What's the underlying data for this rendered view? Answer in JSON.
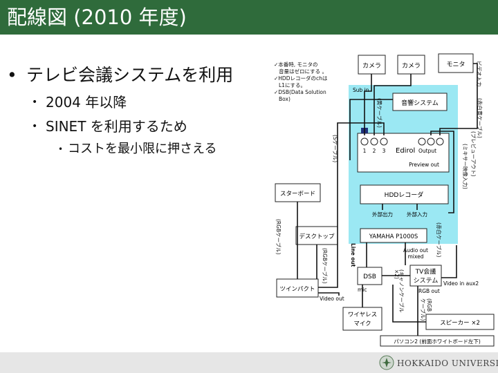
{
  "title": "配線図 (2010 年度)",
  "bullets": {
    "main": "テレビ会議システムを利用",
    "sub1": "2004 年以降",
    "sub2": "SINET を利用するため",
    "sub2_child": "コストを最小限に押さえる"
  },
  "diagram": {
    "notes": [
      "✓本番時, モニタの",
      "音量はゼロにする 。",
      "✓HDDレコーダのchは",
      "L1にする。",
      "✓DSB(Data Solution",
      "Box)"
    ],
    "boxes": {
      "camera1": "カメラ",
      "camera2": "カメラ",
      "monitor": "モニタ",
      "audio_system": "音響システム",
      "edirol": "Edirol",
      "edirol_inputs": [
        "1",
        "2",
        "3"
      ],
      "edirol_output": "Output",
      "preview_out": "Preview out",
      "hdd": "HDDレコーダ",
      "ext_out": "外部出力",
      "ext_in": "外部入力",
      "starboard": "スターボード",
      "desktop": "デスクトップ",
      "twinpact": "ツインパクト",
      "yamaha": "YAMAHA P1000S",
      "audio_out_1": "Audio out",
      "audio_out_2": "mixed",
      "dsb": "DSB",
      "tv1": "TV会議",
      "tv2": "システム",
      "rgb_out": "RGB out",
      "video_in_aux2": "Video in aux2",
      "speaker": "スピーカー ×2",
      "wireless1": "ワイヤレス",
      "wireless2": "マイク",
      "pc2": "パソコン2 (前面ホワイトボード左下)"
    },
    "labels": {
      "sub_in": "Sub in",
      "video_out": "Video out",
      "line_out": "Line out",
      "mic": "mic",
      "rgb_cable_tall": "(RGBケーブル)",
      "rgb_cable_desk": "(RGBケーブル)",
      "s_cable": "(Sケーブル)",
      "yellow_cable": "(黄ケーブル)",
      "monitor_cable_1": "ビデオ入力",
      "monitor_cable_2": "(赤白黄ケーブル)",
      "preview_cable": "(プレビューアウト)",
      "mixer_cable": "(ミキサー映像入力)",
      "red_white_cable": "(赤白ケーブル)",
      "canon_cable": "(キャノンケーブル",
      "canon_count": "×2)",
      "rgb_cable_tv_1": "(RGB",
      "rgb_cable_tv_2": "ケーブル)"
    }
  },
  "footer": {
    "university": "HOKKAIDO UNIVERSITY"
  },
  "colors": {
    "header": "#2f6b3b",
    "panel": "#9be8f3",
    "footer": "#e6e6e6",
    "connector": "#1f2f7a"
  }
}
